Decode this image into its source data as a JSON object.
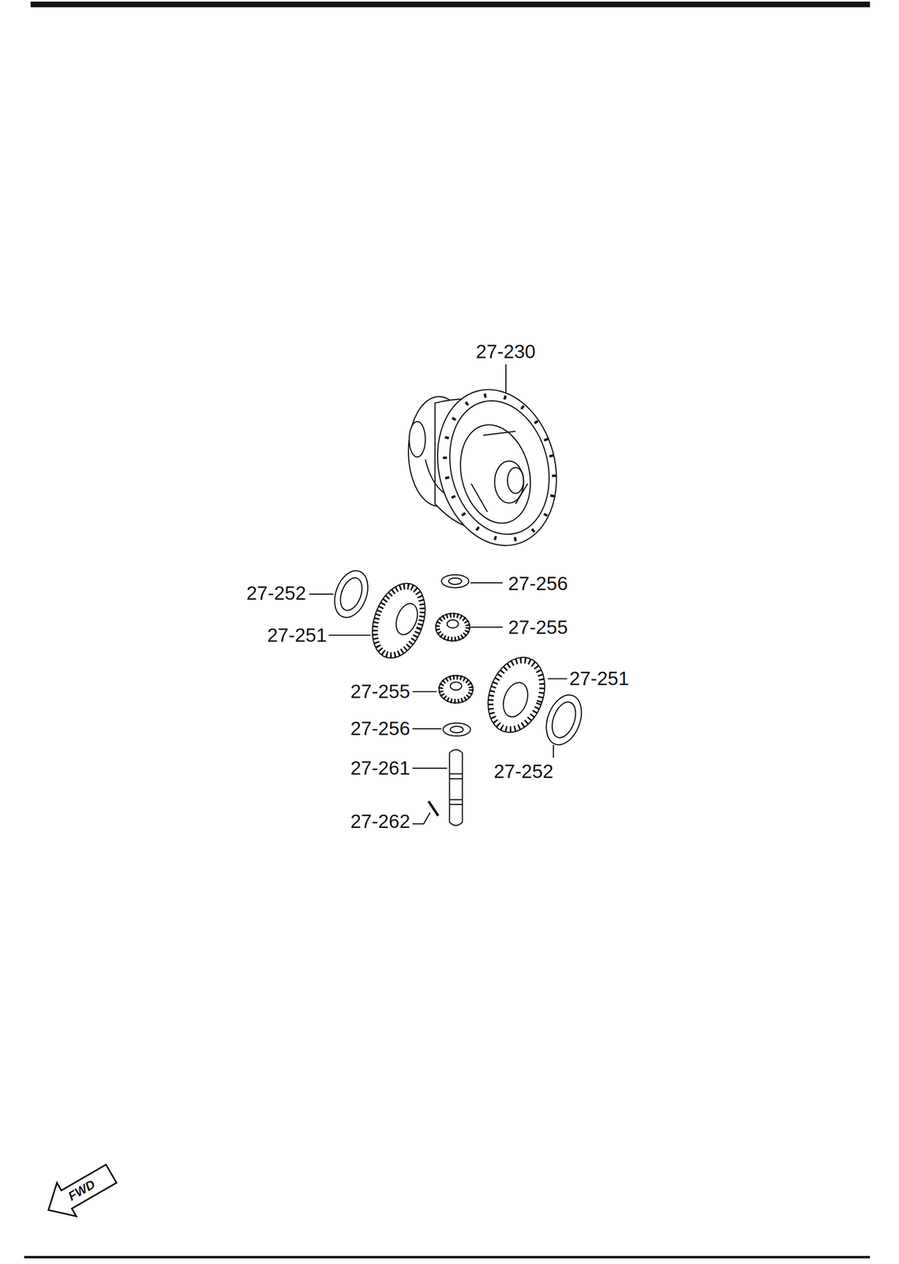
{
  "diagram": {
    "labels": [
      "27-230",
      "27-252",
      "27-256",
      "27-251",
      "27-255",
      "27-255",
      "27-251",
      "27-256",
      "27-252",
      "27-261",
      "27-262",
      "FWD"
    ]
  }
}
